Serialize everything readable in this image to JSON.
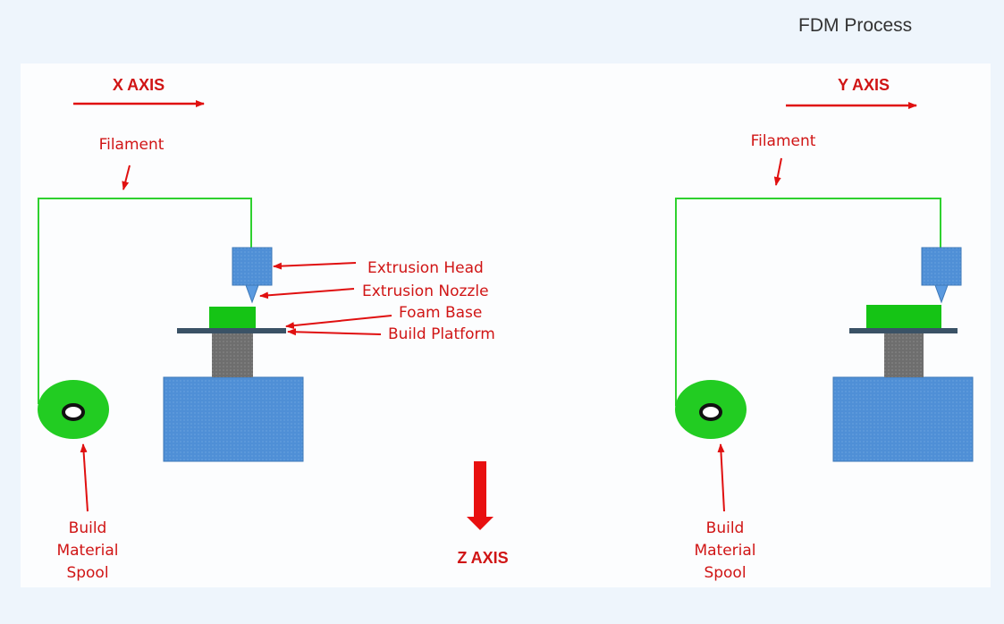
{
  "page": {
    "title": "FDM Process"
  },
  "axes": {
    "x": "X AXIS",
    "y": "Y AXIS",
    "z": "Z AXIS"
  },
  "left": {
    "filament": "Filament",
    "spool_lines": [
      "Build",
      "Material",
      "Spool"
    ],
    "extrusion_head": "Extrusion Head",
    "extrusion_nozzle": "Extrusion Nozzle",
    "foam_base": "Foam Base",
    "build_platform": "Build Platform"
  },
  "right": {
    "filament": "Filament",
    "spool_lines": [
      "Build",
      "Material",
      "Spool"
    ]
  },
  "colors": {
    "label": "#d01515",
    "filament": "#2fd12f",
    "spool": "#22cc22",
    "block": "#4f8fd6",
    "foam": "#15c415",
    "platform": "#3a5266",
    "column": "#6e6e6e"
  }
}
